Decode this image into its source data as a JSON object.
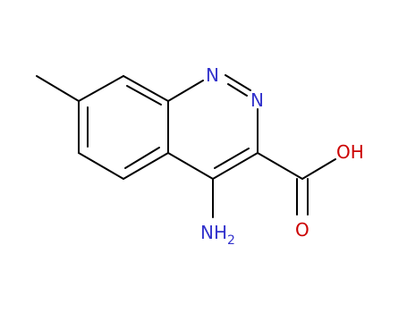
{
  "molecule": {
    "colors": {
      "bond": "#000000",
      "nitrogen": "#3333cc",
      "oxygen": "#cc0000"
    },
    "atoms": {
      "n1": "N",
      "n2": "N",
      "oh": "OH",
      "o_carbonyl": "O",
      "nh2_main": "NH",
      "nh2_sub": "2"
    }
  }
}
